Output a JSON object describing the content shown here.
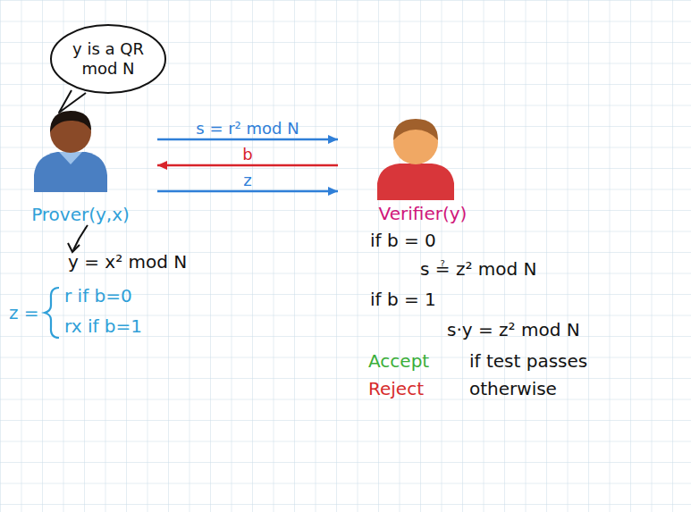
{
  "diagram": {
    "nodes": [
      {
        "text": [
          "y is a QR mod N"
        ]
      },
      {
        "text": [
          "Prover(y,x)"
        ]
      },
      {
        "text": [
          "Verifier(y)"
        ]
      }
    ],
    "edges": [
      {
        "from": 1,
        "to": 2,
        "arrow": "to",
        "label": "s = r² mod N"
      },
      {
        "from": 2,
        "to": 1,
        "arrow": "to",
        "label": "b"
      },
      {
        "from": 1,
        "to": 2,
        "arrow": "to",
        "label": "z"
      }
    ],
    "labels": [
      "y = x² mod N",
      "z =",
      "r if b=0",
      "rx if b=1",
      "if b = 0",
      "s ≟ z² mod N",
      "if b = 1",
      "s·y = z² mod N",
      "Accept",
      "if test passes",
      "Reject",
      "otherwise"
    ]
  }
}
